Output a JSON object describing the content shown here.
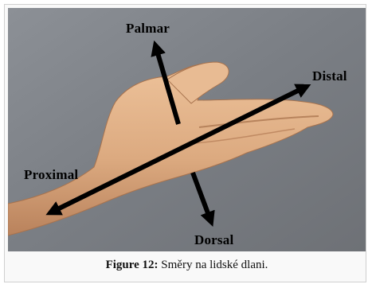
{
  "labels": {
    "palmar": "Palmar",
    "distal": "Distal",
    "proximal": "Proximal",
    "dorsal": "Dorsal"
  },
  "caption": {
    "prefix": "Figure 12:",
    "text": "Směry na lidské dlani."
  },
  "colors": {
    "background": "#7a7d83",
    "skin": "#e2b58c",
    "arrow": "#000000"
  }
}
